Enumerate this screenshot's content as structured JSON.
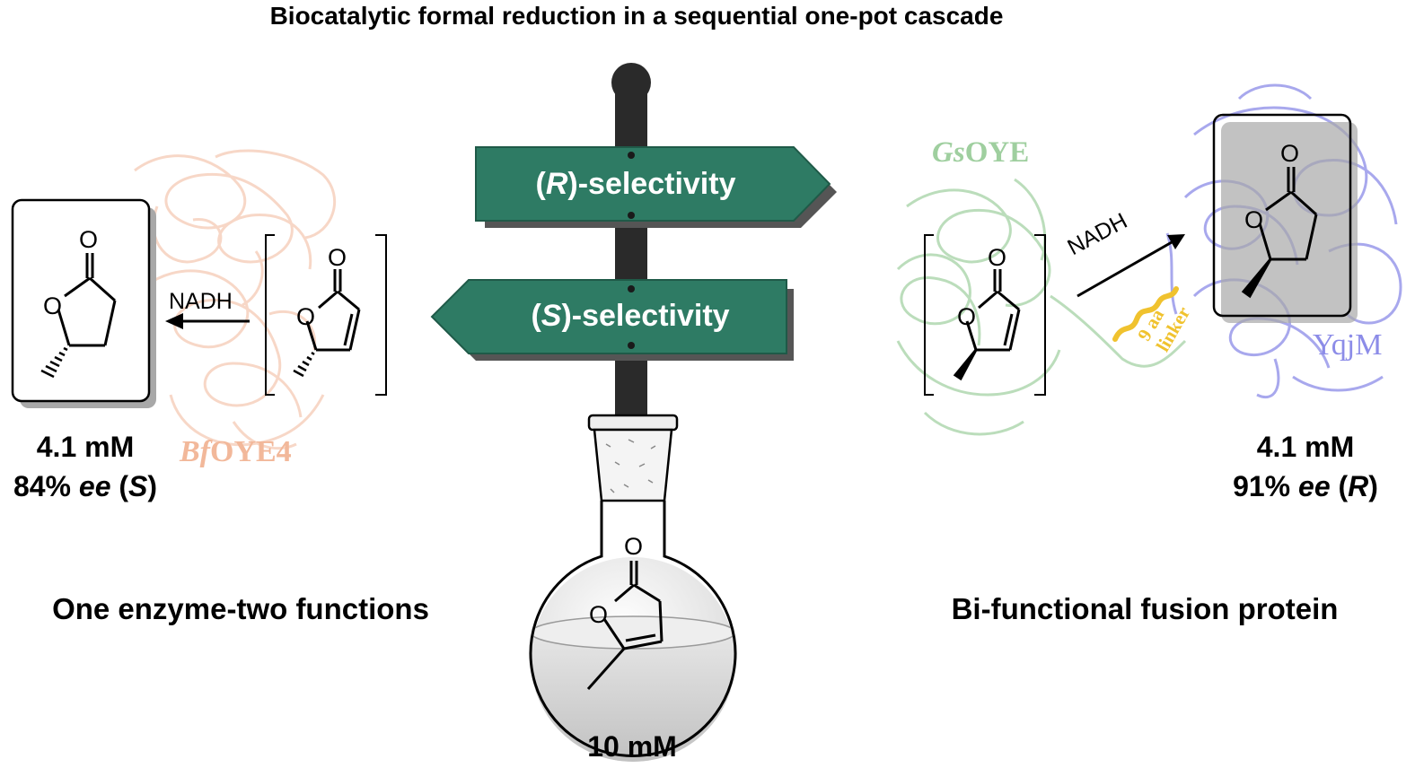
{
  "title": "Biocatalytic formal reduction in a sequential one-pot cascade",
  "signpost": {
    "r_sign": {
      "open": "(",
      "letter": "R",
      "rest": ")-selectivity"
    },
    "s_sign": {
      "open": "(",
      "letter": "S",
      "rest": ")-selectivity"
    }
  },
  "flask": {
    "concentration": "10 mM"
  },
  "left": {
    "enzyme": {
      "prefix": "Bf",
      "suffix": "OYE4"
    },
    "cofactor": "NADH",
    "concentration": "4.1 mM",
    "ee": {
      "value": "84% ",
      "italic": "ee",
      "config_open": " (",
      "config": "S",
      "config_close": ")"
    },
    "caption": "One enzyme-two functions"
  },
  "right": {
    "enzyme1": {
      "prefix": "Gs",
      "suffix": "OYE"
    },
    "enzyme2": "YqjM",
    "cofactor": "NADH",
    "linker": {
      "line1": "9 aa",
      "line2": "linker"
    },
    "concentration": "4.1 mM",
    "ee": {
      "value": "91% ",
      "italic": "ee",
      "config_open": " (",
      "config": "R",
      "config_close": ")"
    },
    "caption": "Bi-functional fusion protein"
  },
  "atom_labels": {
    "oxygen": "O"
  },
  "colors": {
    "sign_green": "#2e7b64",
    "post_dark": "#2a2a2a",
    "bfoye4": "#f2b89a",
    "gsoye": "#9fcf9f",
    "yqjm": "#8c8ce8",
    "linker": "#f0c22e",
    "black": "#000000"
  }
}
